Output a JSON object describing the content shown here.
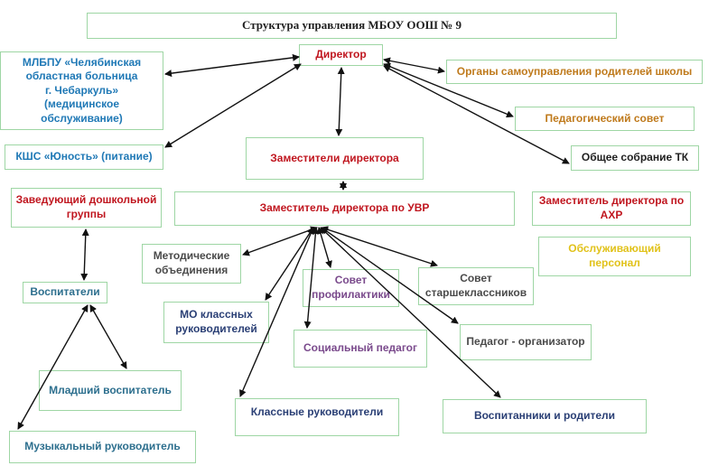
{
  "title": "Структура управления МБОУ ООШ № 9",
  "nodes": {
    "director": "Директор",
    "hospital": "МЛБПУ «Челябинская\nобластная больница\nг. Чебаркуль»\n(медицинское\nобслуживание)",
    "kshs": "КШС «Юность» (питание)",
    "parents_gov": "Органы самоуправления родителей школы",
    "ped_council": "Педагогический совет",
    "general_meeting": "Общее собрание ТК",
    "deputies": "Заместители  директора",
    "preschool_head": "Заведующий дошкольной\nгруппы",
    "deputy_uvr": "Заместитель  директора по УВР",
    "deputy_ahr": "Заместитель директора по\nАХР",
    "service_staff": "Обслуживающий\nперсонал",
    "method_assoc": "Методические\nобъединения",
    "prevention_council": "Совет\nпрофилактики",
    "senior_council": "Совет\nстаршеклассников",
    "mo_class_teachers": "МО классных\nруководителей",
    "social_teacher": "Социальный педагог",
    "organizer": "Педагог - организатор",
    "educators": "Воспитатели",
    "junior_educator": "Младший воспитатель",
    "class_teachers": "Классные руководители",
    "pupils_parents": "Воспитанники и родители",
    "music_director": "Музыкальный руководитель"
  }
}
